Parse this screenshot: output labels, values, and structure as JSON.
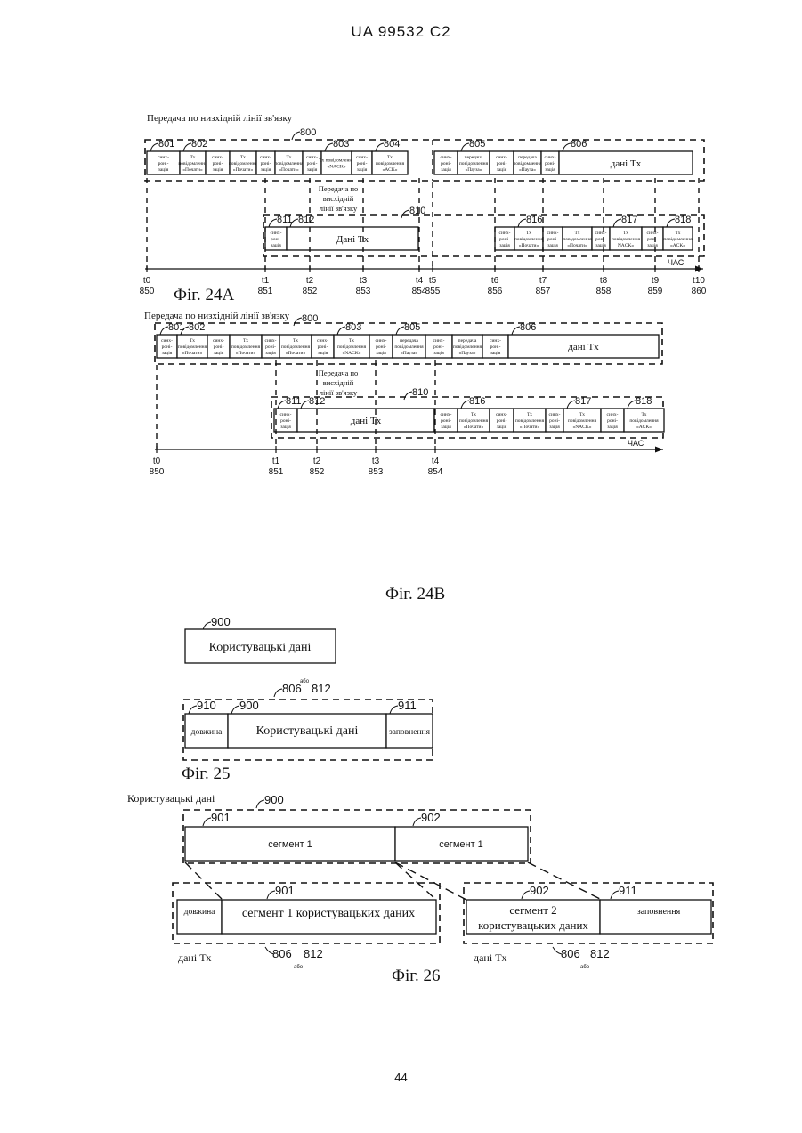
{
  "header": "UA   99532   C2",
  "page_number": "44",
  "fig24a": {
    "caption": "Фіг. 24А",
    "title": "Передача по низхідній лінії зв'язку",
    "uplink_title": [
      "Передача по",
      "висхідній",
      "лінії зв'язку"
    ],
    "refs": {
      "down": "800",
      "up": "810"
    },
    "downlink": [
      {
        "ref": "801",
        "lines": [
          "синх-",
          "роні-",
          "зація"
        ]
      },
      {
        "ref": "802",
        "lines": [
          "Tx",
          "повідомлення",
          "«Почати»"
        ]
      },
      {
        "ref": "",
        "lines": [
          "синх-",
          "роні-",
          "зація"
        ]
      },
      {
        "ref": "",
        "lines": [
          "Tx",
          "повідомлення",
          "«Почати»"
        ]
      },
      {
        "ref": "",
        "lines": [
          "синх-",
          "роні-",
          "зація"
        ]
      },
      {
        "ref": "",
        "lines": [
          "Tx",
          "повідомлення",
          "«Почати»"
        ]
      },
      {
        "ref": "",
        "lines": [
          "синх-",
          "роні-",
          "зація"
        ]
      },
      {
        "ref": "803",
        "lines": [
          "Tx повідомлення",
          "«NACK»"
        ]
      },
      {
        "ref": "",
        "lines": [
          "синх-",
          "роні-",
          "зація"
        ]
      },
      {
        "ref": "804",
        "lines": [
          "Tx",
          "повідомлення",
          "«ACK»"
        ]
      },
      {
        "ref": "",
        "lines": [
          "синх-",
          "роні-",
          "зація"
        ]
      },
      {
        "ref": "805",
        "lines": [
          "передача",
          "повідомлення",
          "«Пауза»"
        ]
      },
      {
        "ref": "",
        "lines": [
          "синх-",
          "роні-",
          "зація"
        ]
      },
      {
        "ref": "",
        "lines": [
          "передача",
          "повідомлення",
          "«Пауза»"
        ]
      },
      {
        "ref": "",
        "lines": [
          "синх-",
          "роні-",
          "зація"
        ]
      },
      {
        "ref": "806",
        "lines": [
          "дані Tx"
        ]
      }
    ],
    "uplink": [
      {
        "ref": "811",
        "lines": [
          "синх-",
          "роні-",
          "зація"
        ]
      },
      {
        "ref": "812",
        "lines": [
          "Дані Tx"
        ]
      },
      {
        "ref": "",
        "lines": [
          "синх-",
          "роні-",
          "зація"
        ]
      },
      {
        "ref": "816",
        "lines": [
          "Tx",
          "повідомлення",
          "«Почати»"
        ]
      },
      {
        "ref": "",
        "lines": [
          "синх-",
          "роні-",
          "зація"
        ]
      },
      {
        "ref": "",
        "lines": [
          "Tx",
          "повідомлення",
          "«Почати»"
        ]
      },
      {
        "ref": "",
        "lines": [
          "синх-",
          "роні-",
          "зація"
        ]
      },
      {
        "ref": "817",
        "lines": [
          "Tx",
          "повідомлення",
          "NACK»"
        ]
      },
      {
        "ref": "",
        "lines": [
          "синх-",
          "роні-",
          "зація"
        ]
      },
      {
        "ref": "818",
        "lines": [
          "Tx",
          "повідомлення",
          "«ACK»"
        ]
      }
    ],
    "time_label": "ЧАС",
    "ticks": [
      {
        "t": "t0",
        "n": "850"
      },
      {
        "t": "t1",
        "n": "851"
      },
      {
        "t": "t2",
        "n": "852"
      },
      {
        "t": "t3",
        "n": "853"
      },
      {
        "t": "t4",
        "n": "854"
      },
      {
        "t": "t5",
        "n": "855"
      },
      {
        "t": "t6",
        "n": "856"
      },
      {
        "t": "t7",
        "n": "857"
      },
      {
        "t": "t8",
        "n": "858"
      },
      {
        "t": "t9",
        "n": "859"
      },
      {
        "t": "t10",
        "n": "860"
      }
    ]
  },
  "fig24b": {
    "caption": "Фіг. 24В",
    "title": "Передача по низхідній лінії зв'язку",
    "uplink_title": [
      "Передача по",
      "висхідній",
      "лінії зв'язку"
    ],
    "refs": {
      "down": "800",
      "up": "810"
    },
    "downlink": [
      {
        "ref": "801",
        "lines": [
          "синх-",
          "роні-",
          "зація"
        ]
      },
      {
        "ref": "802",
        "lines": [
          "Tx",
          "повідомлення",
          "«Почати»"
        ]
      },
      {
        "ref": "",
        "lines": [
          "синх-",
          "роні-",
          "зація"
        ]
      },
      {
        "ref": "",
        "lines": [
          "Tx",
          "повідомлення",
          "«Почати»"
        ]
      },
      {
        "ref": "",
        "lines": [
          "синх-",
          "роні-",
          "зація"
        ]
      },
      {
        "ref": "",
        "lines": [
          "Tx",
          "повідомлення",
          "«Почати»"
        ]
      },
      {
        "ref": "",
        "lines": [
          "синх-",
          "роні-",
          "зація"
        ]
      },
      {
        "ref": "803",
        "lines": [
          "Tx",
          "повідомлення",
          "«NACK»"
        ]
      },
      {
        "ref": "",
        "lines": [
          "синх-",
          "роні-",
          "зація"
        ]
      },
      {
        "ref": "805",
        "lines": [
          "передача",
          "повідомлення",
          "«Пауза»"
        ]
      },
      {
        "ref": "",
        "lines": [
          "синх-",
          "роні-",
          "зація"
        ]
      },
      {
        "ref": "",
        "lines": [
          "передача",
          "повідомлення",
          "«Пауза»"
        ]
      },
      {
        "ref": "",
        "lines": [
          "синх-",
          "роні-",
          "зація"
        ]
      },
      {
        "ref": "806",
        "lines": [
          "дані Tx"
        ]
      }
    ],
    "uplink": [
      {
        "ref": "811",
        "lines": [
          "синх-",
          "роні-",
          "зація"
        ]
      },
      {
        "ref": "812",
        "lines": [
          "дані Tx"
        ]
      },
      {
        "ref": "",
        "lines": [
          "синх-",
          "роні-",
          "зація"
        ]
      },
      {
        "ref": "816",
        "lines": [
          "Tx",
          "повідомлення",
          "«Почати»"
        ]
      },
      {
        "ref": "",
        "lines": [
          "синх-",
          "роні-",
          "зація"
        ]
      },
      {
        "ref": "",
        "lines": [
          "Tx",
          "повідомлення",
          "«Почати»"
        ]
      },
      {
        "ref": "",
        "lines": [
          "синх-",
          "роні-",
          "зація"
        ]
      },
      {
        "ref": "817",
        "lines": [
          "Tx",
          "повідомлення",
          "«NACK»"
        ]
      },
      {
        "ref": "",
        "lines": [
          "синх-",
          "роні-",
          "зація"
        ]
      },
      {
        "ref": "818",
        "lines": [
          "Tx",
          "повідомлення",
          "«ACK»"
        ]
      }
    ],
    "time_label": "ЧАС",
    "ticks": [
      {
        "t": "t0",
        "n": "850"
      },
      {
        "t": "t1",
        "n": "851"
      },
      {
        "t": "t2",
        "n": "852"
      },
      {
        "t": "t3",
        "n": "853"
      },
      {
        "t": "t4",
        "n": "854"
      }
    ]
  },
  "fig25": {
    "caption": "Фіг. 25",
    "user_data_ref": "900",
    "user_data": "Користувацькі дані",
    "frame_ref": "806",
    "frame_or": "або",
    "frame_ref2": "812",
    "cells": [
      {
        "ref": "910",
        "label": "довжина"
      },
      {
        "ref": "900",
        "label": "Користувацькі дані"
      },
      {
        "ref": "911",
        "label": "заповнення"
      }
    ]
  },
  "fig26": {
    "caption": "Фіг. 26",
    "top_label": "Користувацькі дані",
    "top_ref": "900",
    "seg_a_ref": "901",
    "seg_a": "сегмент 1",
    "seg_b_ref": "902",
    "seg_b": "сегмент 1",
    "left": {
      "cells": [
        {
          "ref": "",
          "label": "довжина"
        },
        {
          "ref": "901",
          "label": "сегмент 1 користувацьких даних"
        }
      ],
      "label": "дані Tx",
      "ref1": "806",
      "or": "або",
      "ref2": "812"
    },
    "right": {
      "cells": [
        {
          "ref": "902",
          "label": "сегмент 2 користувацьких даних"
        },
        {
          "ref": "911",
          "label": "заповнення"
        }
      ],
      "label": "дані Tx",
      "ref1": "806",
      "or": "або",
      "ref2": "812"
    }
  }
}
